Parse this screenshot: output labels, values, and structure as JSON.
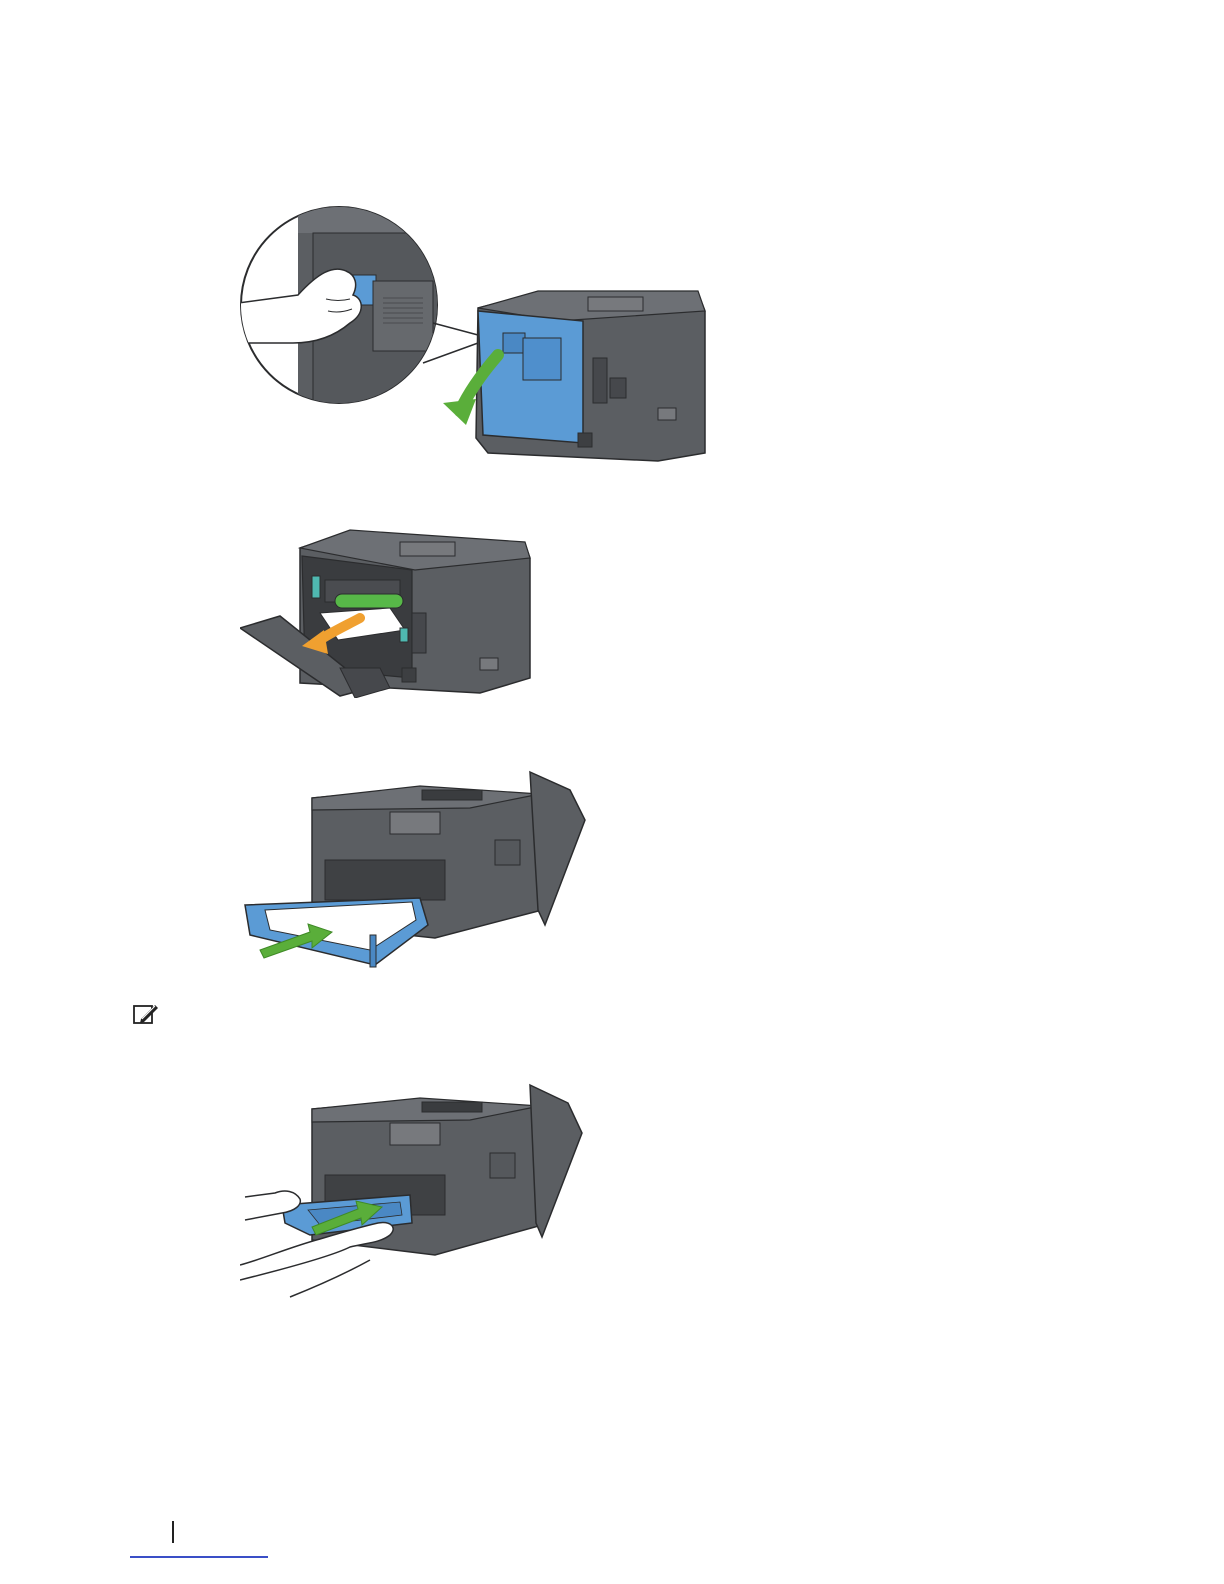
{
  "figures": [
    {
      "id": "fig-open-rear-cover",
      "depicts": "open-rear-cover"
    },
    {
      "id": "fig-remove-jammed-paper",
      "depicts": "remove-jammed-paper"
    },
    {
      "id": "fig-insert-paper-tray",
      "depicts": "insert-paper-tray"
    },
    {
      "id": "fig-insert-mpf-tray",
      "depicts": "insert-tray-with-hands"
    }
  ],
  "colors": {
    "printer_body": "#5b5e62",
    "printer_top": "#6d7075",
    "printer_edge": "#2b2c2e",
    "accent_blue": "#5b9bd5",
    "arrow_green": "#5aae3a",
    "arrow_orange": "#f0a030",
    "roller_green": "#57b848",
    "paper_white": "#ffffff",
    "link_blue": "#3a4fc7"
  },
  "icons": {
    "note": "note-pencil-icon",
    "arrow_down": "curved-arrow-icon",
    "arrow_push": "push-arrow-icon"
  }
}
